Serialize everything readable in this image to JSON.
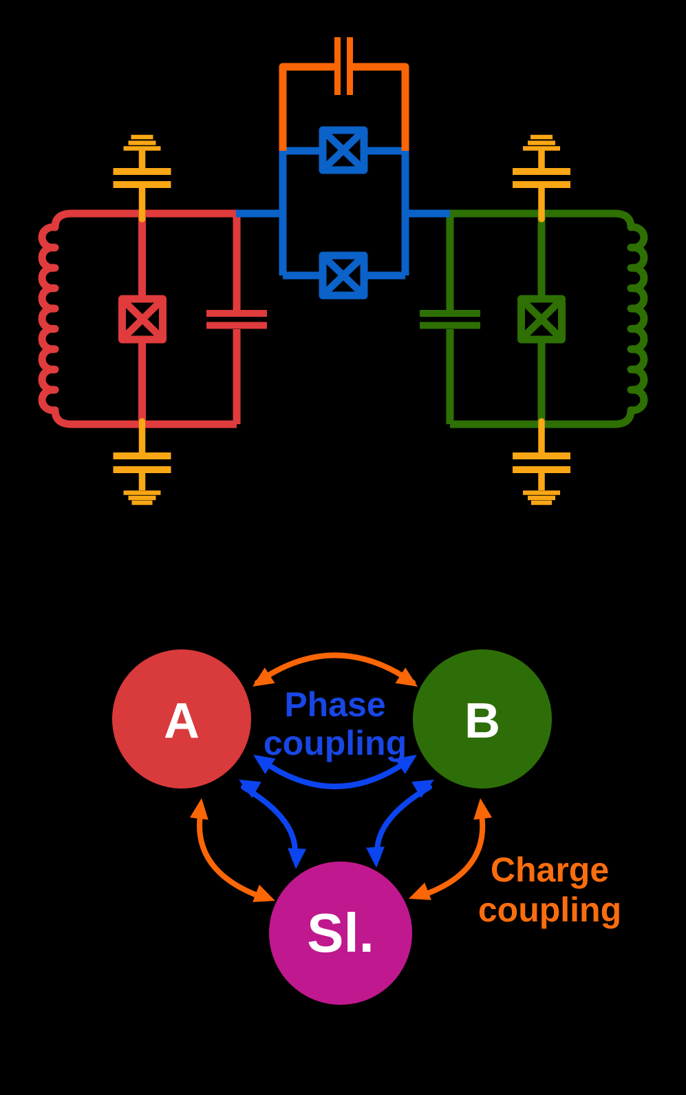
{
  "background": "#000000",
  "colors": {
    "background": "#000000",
    "circuit_red": "#E03B3D",
    "circuit_green": "#2E7003",
    "circuit_blue": "#0B62C9",
    "circuit_orange": "#FB6606",
    "gate_yellow": "#FAA715",
    "node_a_red": "#D93A3C",
    "node_b_green": "#2E6E08",
    "node_slider_magenta": "#C0188E",
    "arrow_blue": "#0C45F0",
    "arrow_orange": "#FB6606",
    "text_blue": "#1847E6",
    "text_orange": "#FA6D0E",
    "node_label_white": "#FFFFFF"
  },
  "circuit": {
    "icons": [
      "capacitor-icon",
      "josephson-junction-icon",
      "inductor-icon",
      "ground-icon",
      "gate-capacitor-icon"
    ]
  },
  "diagram": {
    "nodes": [
      {
        "id": "A",
        "label": "A"
      },
      {
        "id": "B",
        "label": "B"
      },
      {
        "id": "Sl",
        "label": "Sl."
      }
    ],
    "phase_label": {
      "line1": "Phase",
      "line2": "coupling"
    },
    "charge_label": {
      "line1": "Charge",
      "line2": "coupling"
    }
  }
}
